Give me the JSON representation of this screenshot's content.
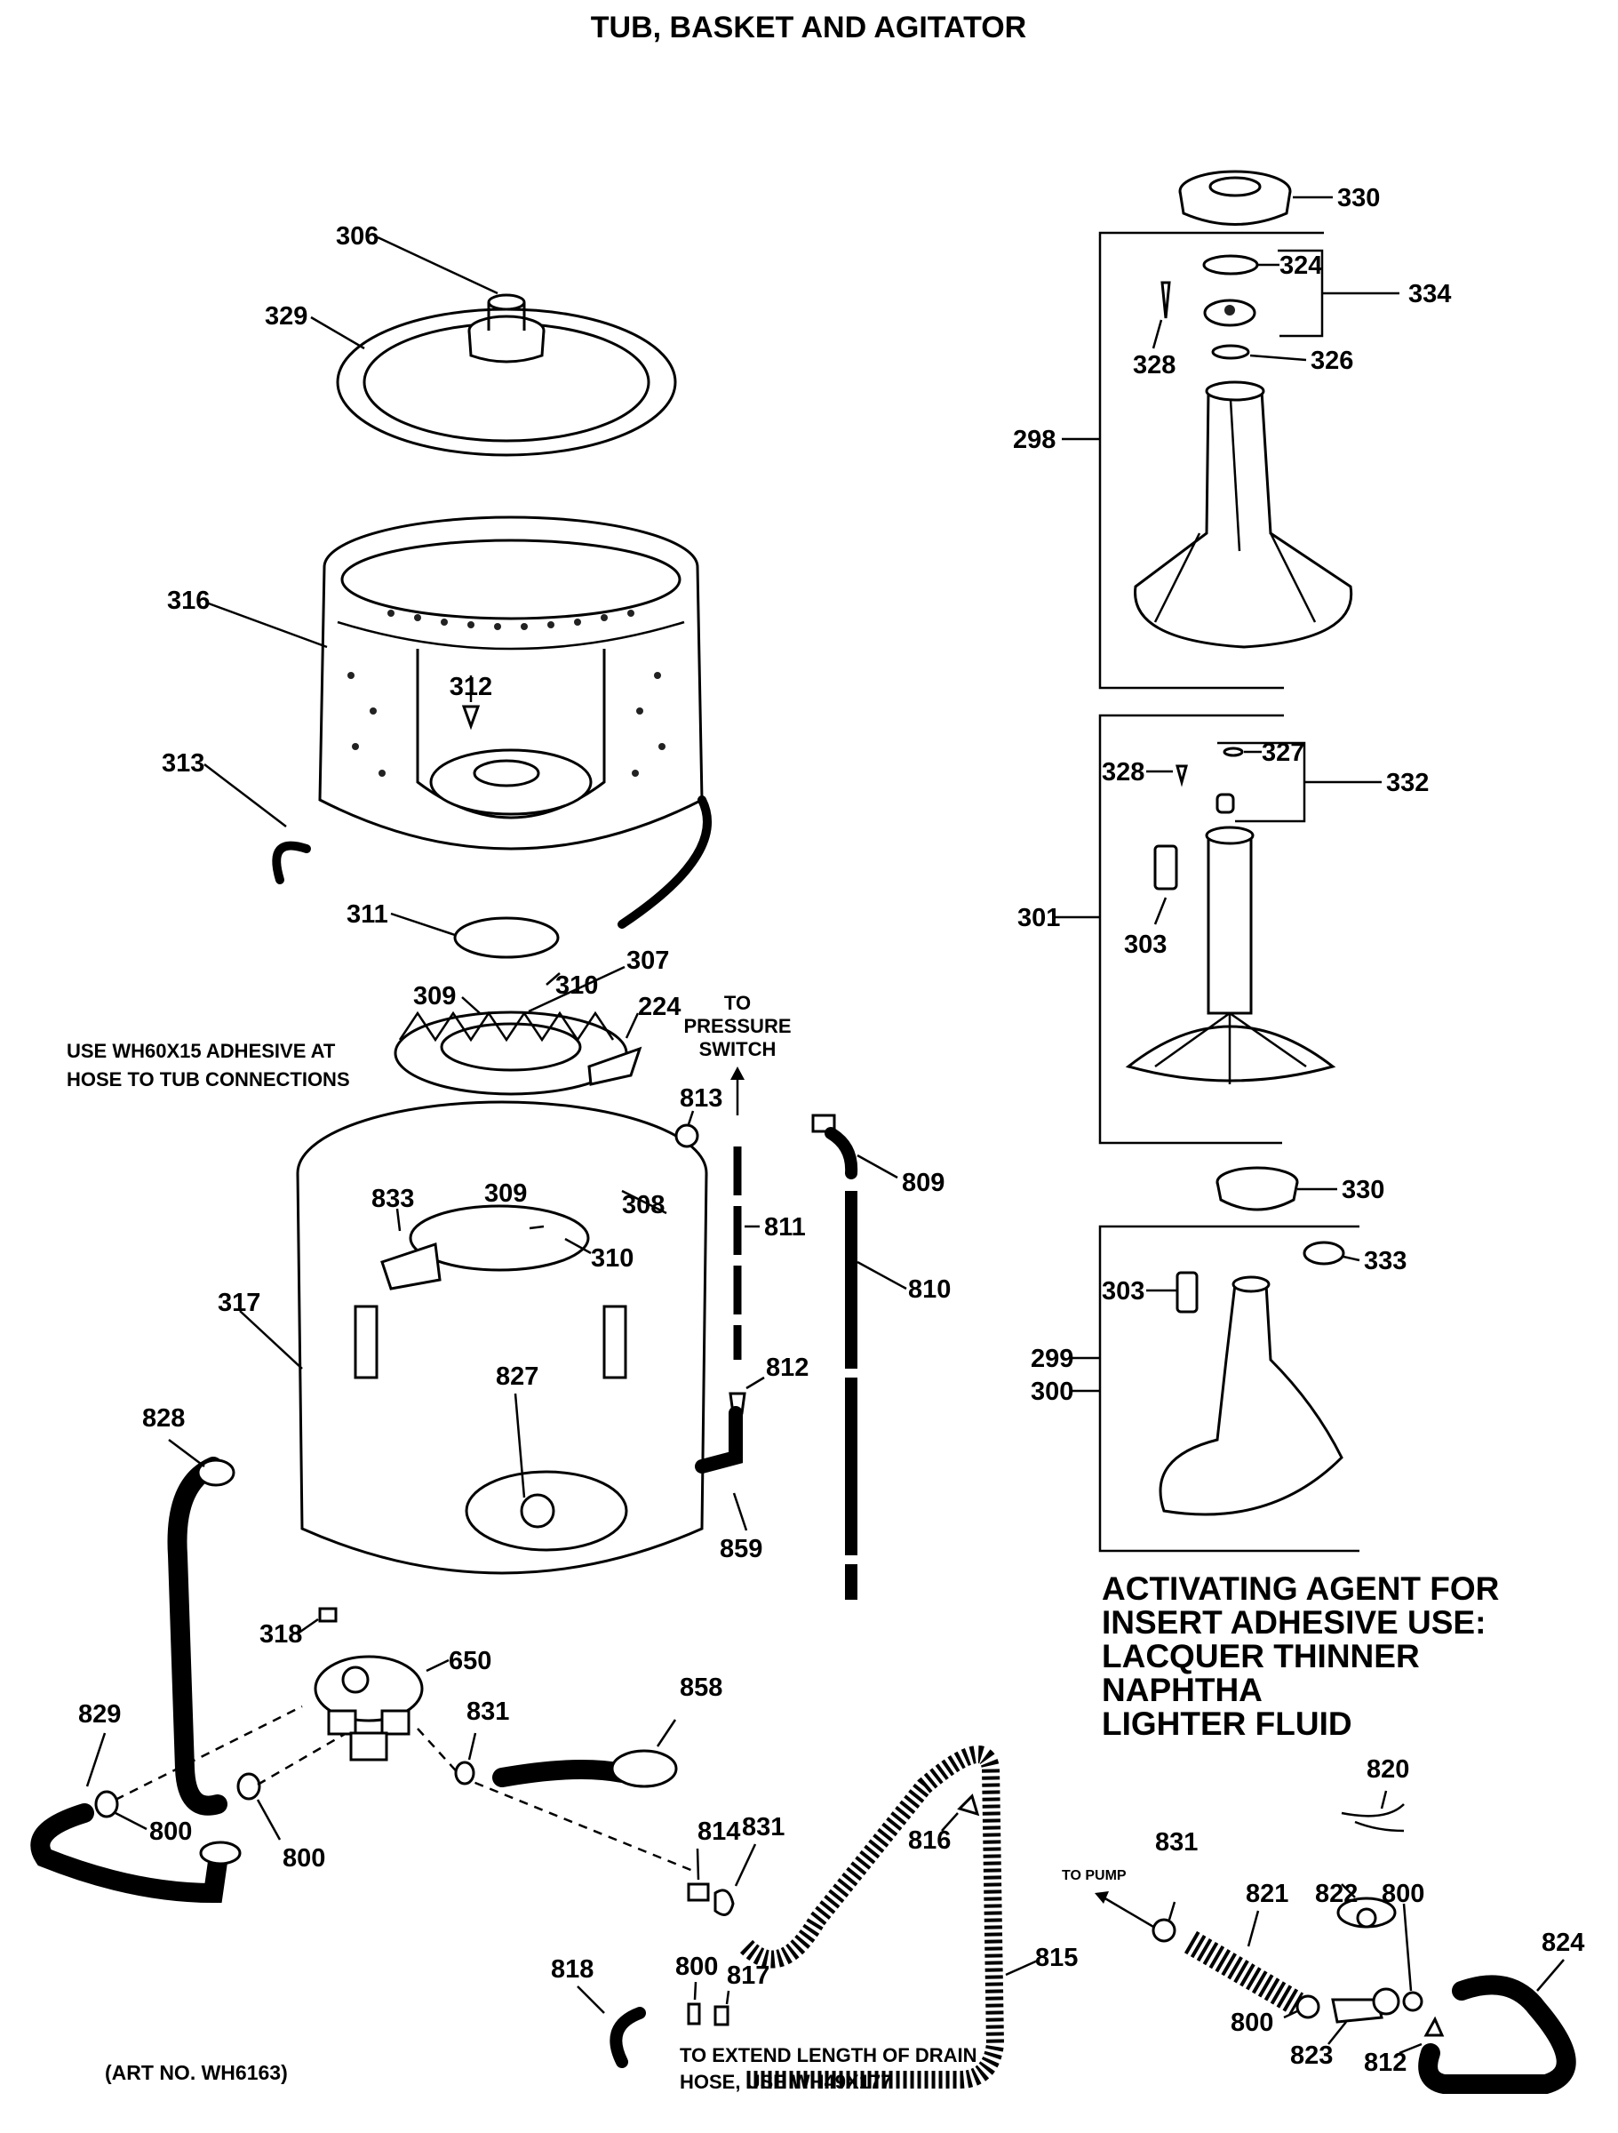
{
  "title": "TUB, BASKET AND AGITATOR",
  "labels": {
    "p330a": "330",
    "p324": "324",
    "p334": "334",
    "p328a": "328",
    "p326": "326",
    "p298": "298",
    "p306": "306",
    "p329": "329",
    "p316": "316",
    "p312": "312",
    "p313": "313",
    "p327": "327",
    "p328b": "328",
    "p332": "332",
    "p301": "301",
    "p303a": "303",
    "p311": "311",
    "p307": "307",
    "p309a": "309",
    "p310a": "310",
    "p224": "224",
    "p813": "813",
    "p809": "809",
    "p833": "833",
    "p309b": "309",
    "p308": "308",
    "p310b": "310",
    "p811": "811",
    "p810": "810",
    "p330b": "330",
    "p333": "333",
    "p303b": "303",
    "p317": "317",
    "p827": "827",
    "p812a": "812",
    "p299": "299",
    "p300": "300",
    "p828": "828",
    "p859": "859",
    "p318": "318",
    "p650": "650",
    "p858": "858",
    "p829": "829",
    "p831a": "831",
    "p800a": "800",
    "p800b": "800",
    "p814": "814",
    "p831b": "831",
    "p816": "816",
    "p820": "820",
    "p831c": "831",
    "p821": "821",
    "p822": "822",
    "p800c": "800",
    "p824": "824",
    "p818": "818",
    "p800d": "800",
    "p817": "817",
    "p815": "815",
    "p800e": "800",
    "p823": "823",
    "p812b": "812"
  },
  "notes": {
    "adhesive_line1": "USE WH60X15 ADHESIVE AT",
    "adhesive_line2": "HOSE TO TUB CONNECTIONS",
    "pressure_line1": "TO",
    "pressure_line2": "PRESSURE",
    "pressure_line3": "SWITCH",
    "to_pump": "TO PUMP",
    "drain_line1": "TO EXTEND LENGTH OF DRAIN",
    "drain_line2": "HOSE, USE WH49X177",
    "art_no": "(ART NO. WH6163)"
  },
  "activating": {
    "line1": "ACTIVATING AGENT FOR",
    "line2": "INSERT ADHESIVE USE:",
    "line3": "LACQUER THINNER",
    "line4": "NAPHTHA",
    "line5": "LIGHTER FLUID"
  }
}
